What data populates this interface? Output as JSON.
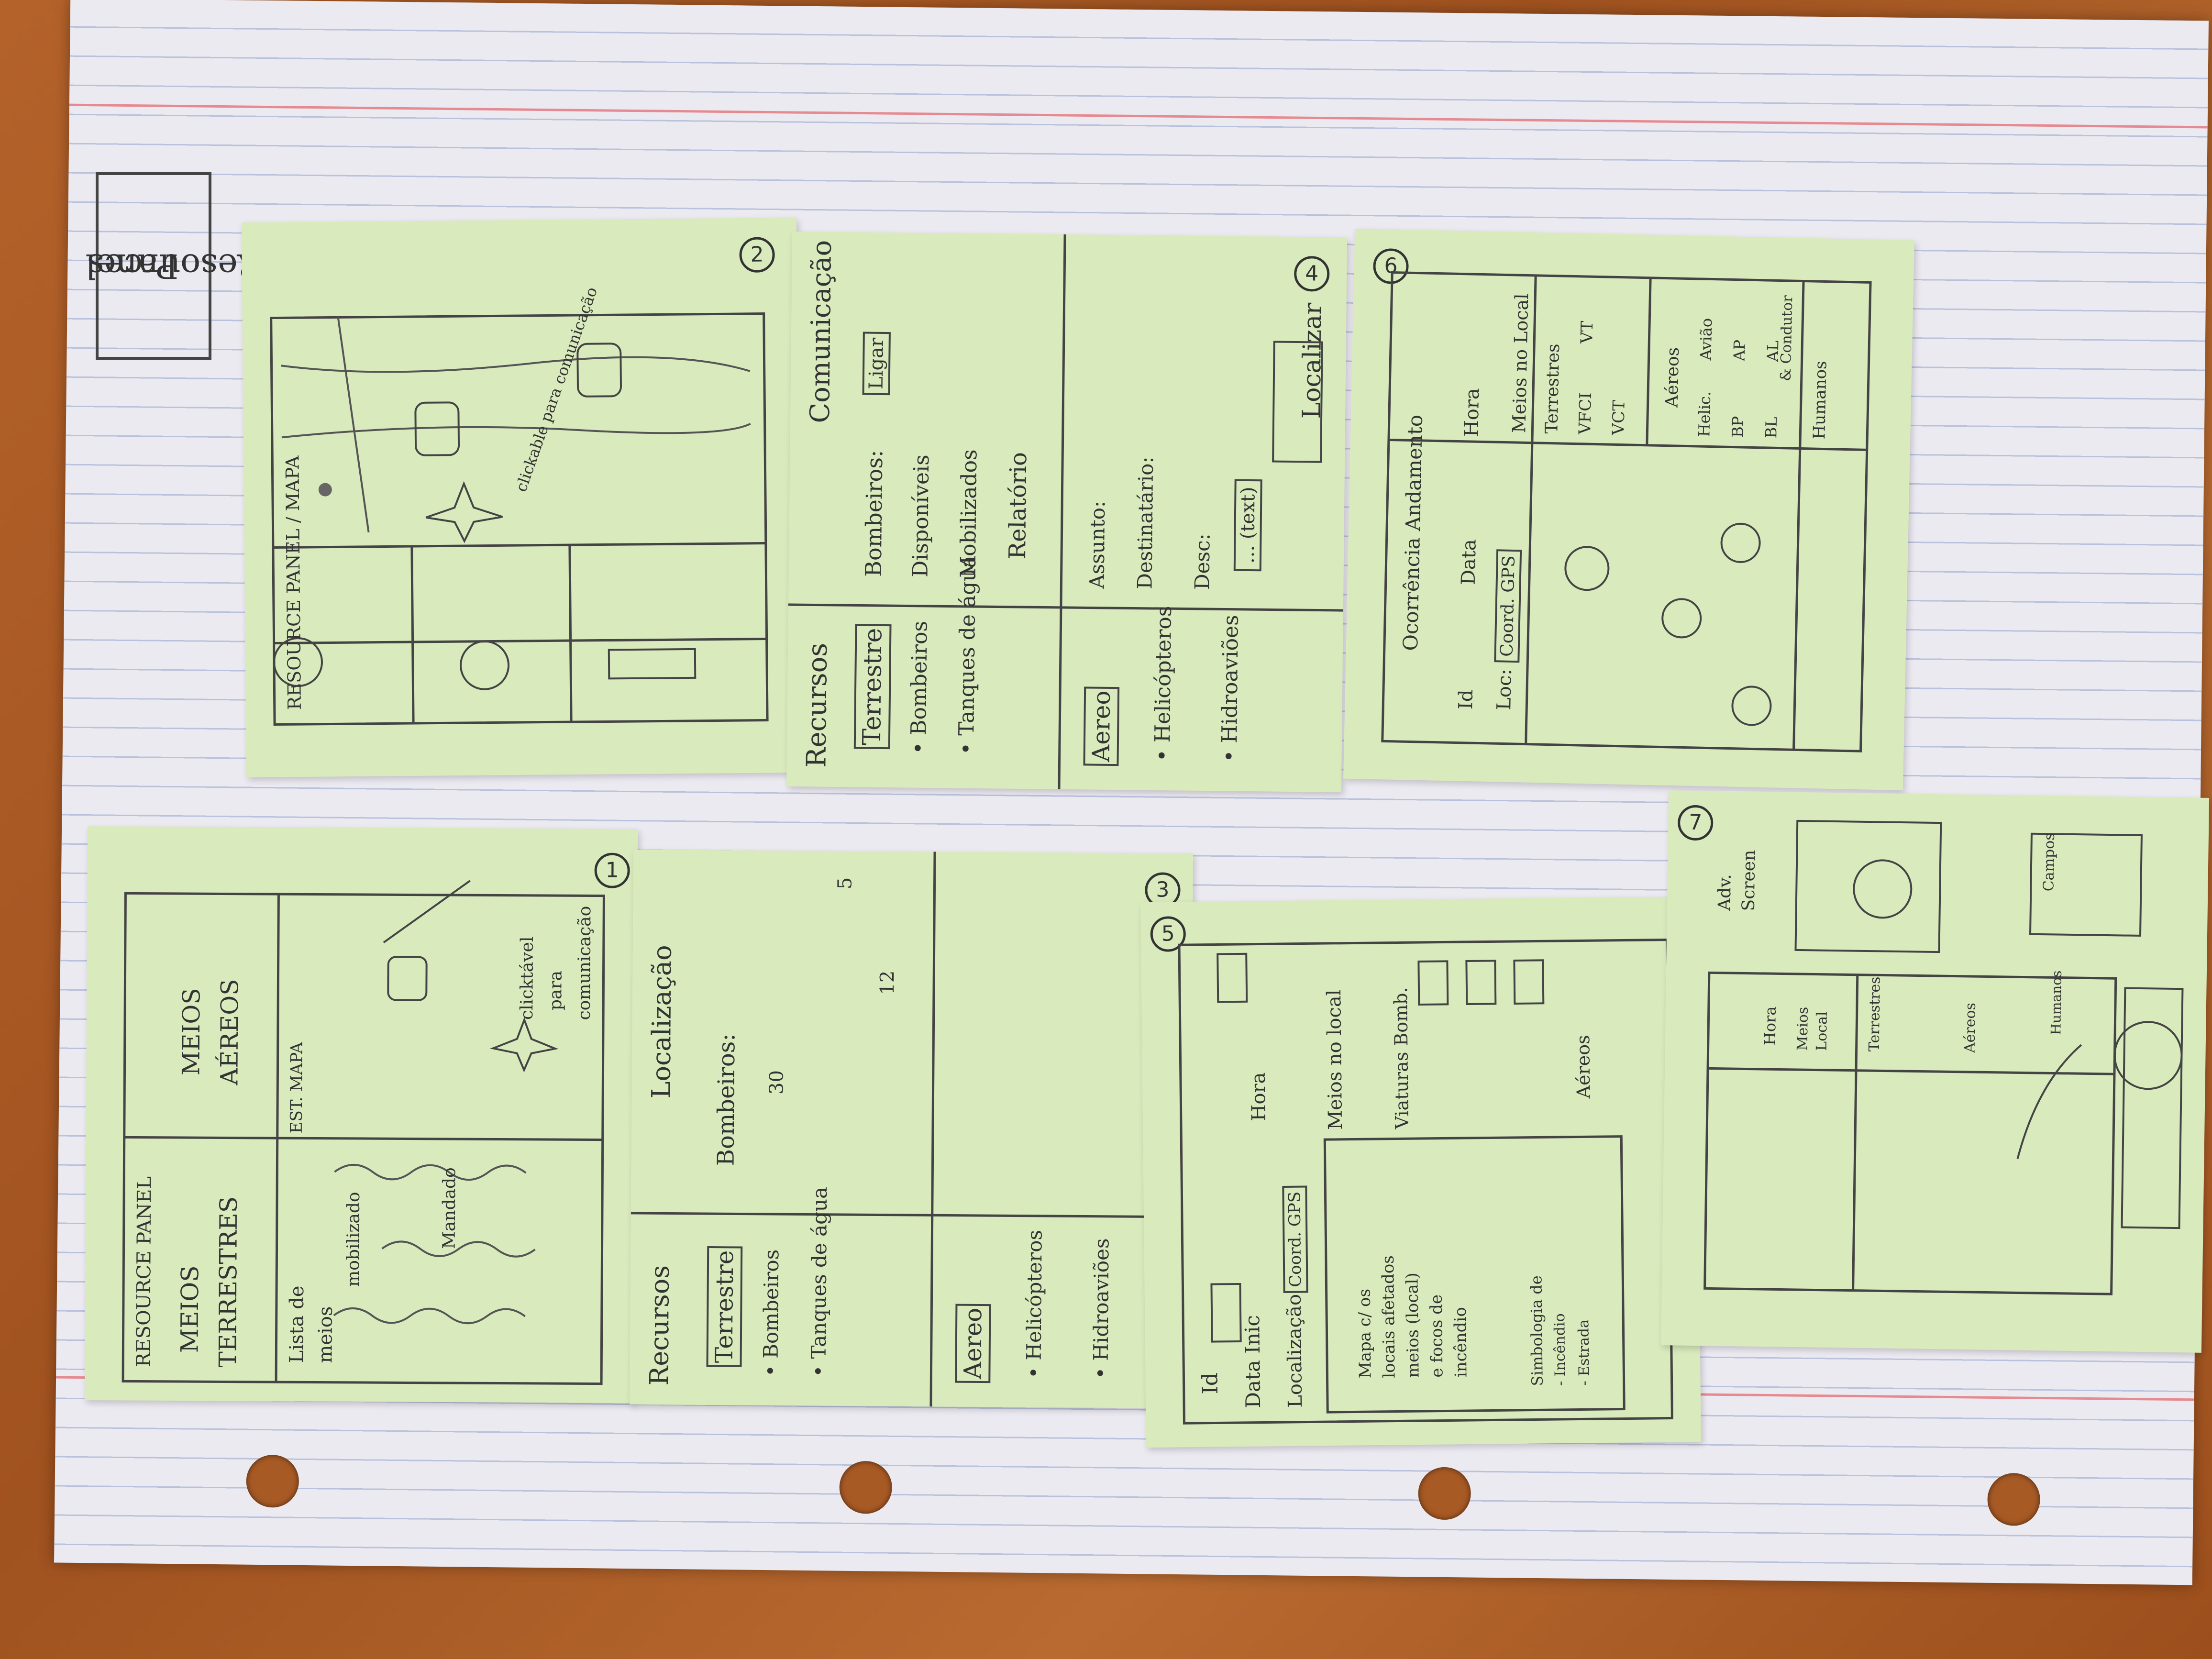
{
  "paper_title": [
    "Resources",
    "Panel"
  ],
  "notes": {
    "n1": {
      "number": "1",
      "header": "RESOURCE PANEL",
      "col1": [
        "MEIOS",
        "TERRESTRES"
      ],
      "col2": [
        "MEIOS",
        "AÉREOS"
      ],
      "list_title": [
        "Lista de",
        "meios"
      ],
      "map_label": "EST. MAPA",
      "click_text": [
        "clicktável",
        "para",
        "comunicação"
      ],
      "mobilizado": "mobilizado",
      "mandado": "Mandado"
    },
    "n2": {
      "number": "2",
      "header": [
        "RESOURCE PANEL",
        "MAPA"
      ],
      "note_text": "clickable para comunicação"
    },
    "n3": {
      "number": "3",
      "tabs": [
        "Recursos",
        "Localização"
      ],
      "section_title": "Bombeiros:",
      "terrestre": "Terrestre",
      "aereo": "Aereo",
      "items": [
        "• Bombeiros",
        "• Tanques de água",
        "• Helicópteros",
        "• Hidroaviões"
      ],
      "values": [
        "30",
        "12",
        "5"
      ]
    },
    "n4": {
      "number": "4",
      "tabs": [
        "Recursos",
        "Comunicação"
      ],
      "terrestre": "Terrestre",
      "aereo": "Aereo",
      "items": [
        "• Bombeiros",
        "• Tanques de água",
        "• Helicópteros",
        "• Hidroaviões"
      ],
      "fields": [
        "Bombeiros:",
        "Disponíveis",
        "Mobilizados"
      ],
      "ligar": "Ligar",
      "relatorio": "Relatório",
      "report_fields": [
        "Assunto:",
        "Destinatário:",
        "Desc:"
      ],
      "text_box": "... (text)",
      "localizar": "Localizar"
    },
    "n5": {
      "number": "5",
      "fields": [
        "Id",
        "Data Inic",
        "Localização",
        "Hora"
      ],
      "gps": "Coord. GPS",
      "meios_local": "Meios no local",
      "viaturas": "Viaturas Bomb.",
      "aereos": "Aéreos",
      "box_text": [
        "Mapa c/ os",
        "locais afetados",
        "meios (local)",
        "e focos de",
        "incêndio"
      ],
      "simbologia": [
        "Simbologia de",
        "- Incêndio",
        "- Estrada"
      ]
    },
    "n6": {
      "number": "6",
      "header": "Ocorrência Andamento",
      "fields": [
        "Id",
        "Data",
        "Hora",
        "Loc:"
      ],
      "gps": "Coord. GPS",
      "meios_local": "Meios no Local",
      "terrestres": "Terrestres",
      "terr_items": [
        "VFCI",
        "VCT",
        "VT"
      ],
      "aereos": "Aéreos",
      "aereo_items": [
        "Helic.",
        "Avião",
        "BP",
        "BL",
        "AP",
        "AL"
      ],
      "condutores": "& Condutor",
      "humanos": "Humanos"
    },
    "n7": {
      "number": "7",
      "adv_screen": [
        "Adv.",
        "Screen"
      ],
      "campos": "Campos",
      "hora": "Hora",
      "meios_local": [
        "Meios",
        "Local"
      ],
      "terrestres": "Terrestres",
      "aereos": "Aéreos",
      "humanos": "Humanos"
    }
  },
  "colors": {
    "paper": "#eceaf1",
    "note": "#d9ebbd",
    "ink": "#333333",
    "wood": "#b4622a",
    "margin_line": "#e58a90"
  }
}
